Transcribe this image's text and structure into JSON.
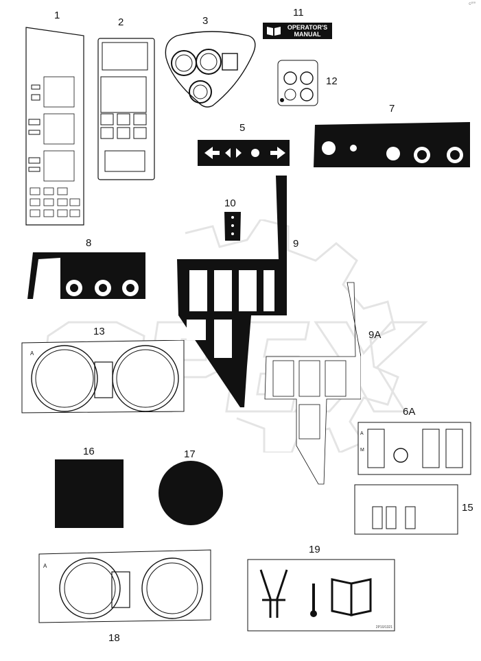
{
  "corner_mark": "c¹⁰⁰",
  "watermark_text": "OPEX",
  "callouts": {
    "c1": "1",
    "c2": "2",
    "c3": "3",
    "c5": "5",
    "c6a": "6A",
    "c7": "7",
    "c8": "8",
    "c9": "9",
    "c9a": "9A",
    "c10": "10",
    "c11": "11",
    "c12": "12",
    "c13": "13",
    "c15": "15",
    "c16": "16",
    "c17": "17",
    "c18": "18",
    "c19": "19"
  },
  "decal_11": {
    "line1": "OPERATOR'S",
    "line2": "MANUAL"
  },
  "decal_19": {
    "code": "2P10/1321"
  },
  "gauge_letters": {
    "a": "A",
    "m": "M"
  },
  "colors": {
    "ink": "#111111",
    "paper": "#ffffff",
    "watermark": "#cfcfcf"
  }
}
